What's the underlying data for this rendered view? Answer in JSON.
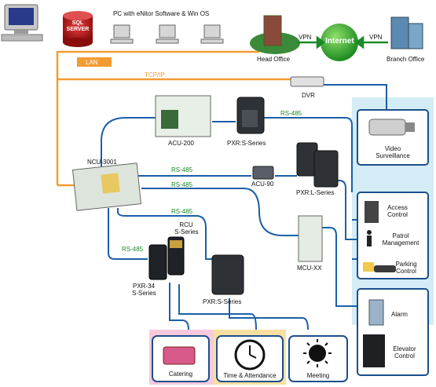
{
  "top": {
    "pc_caption": "PC with eNitor Software & Win OS",
    "sql_line1": "SQL",
    "sql_line2": "SERVER",
    "lan": "LAN",
    "tcpip": "TCP/IP",
    "head_office": "Head Office",
    "branch_office": "Branch Office",
    "vpn_left": "VPN",
    "vpn_right": "VPN",
    "internet": "Internet",
    "dvr": "DVR"
  },
  "devices": {
    "acu200": "ACU-200",
    "pxr_s_top": "PXR:S-Series",
    "ncu": "NCU-3001",
    "acu90": "ACU-90",
    "pxr_l": "PXR:L-Series",
    "mcu": "MCU-XX",
    "rcu_line1": "RCU",
    "rcu_line2": "S-Series",
    "pxr34_line1": "PXR-34",
    "pxr34_line2": "S-Series",
    "pxr_s_bottom": "PXR:S-Series"
  },
  "links": {
    "rs485_top": "RS-485",
    "rs485_acu90": "RS-485",
    "rs485_mid": "RS-485",
    "rs485_low": "RS-485",
    "rs485_left": "RS-485"
  },
  "right_panel": {
    "video_line1": "Video",
    "video_line2": "Surveillance",
    "access_line1": "Access",
    "access_line2": "Control",
    "patrol_line1": "Patrol",
    "patrol_line2": "Management",
    "parking_line1": "Parking",
    "parking_line2": "Control",
    "alarm": "Alarm",
    "elevator_line1": "Elevator",
    "elevator_line2": "Control"
  },
  "bottom": {
    "catering": "Catering",
    "time_attendance": "Time & Attendance",
    "meeting": "Meeting"
  },
  "colors": {
    "orange": "#f39c32",
    "blue": "#1c5fa8",
    "green_label": "#1a8a2a",
    "panel_bg": "#d4ecf5",
    "catering_bg": "#f7c9dd",
    "ta_bg": "#f8e0a0"
  }
}
